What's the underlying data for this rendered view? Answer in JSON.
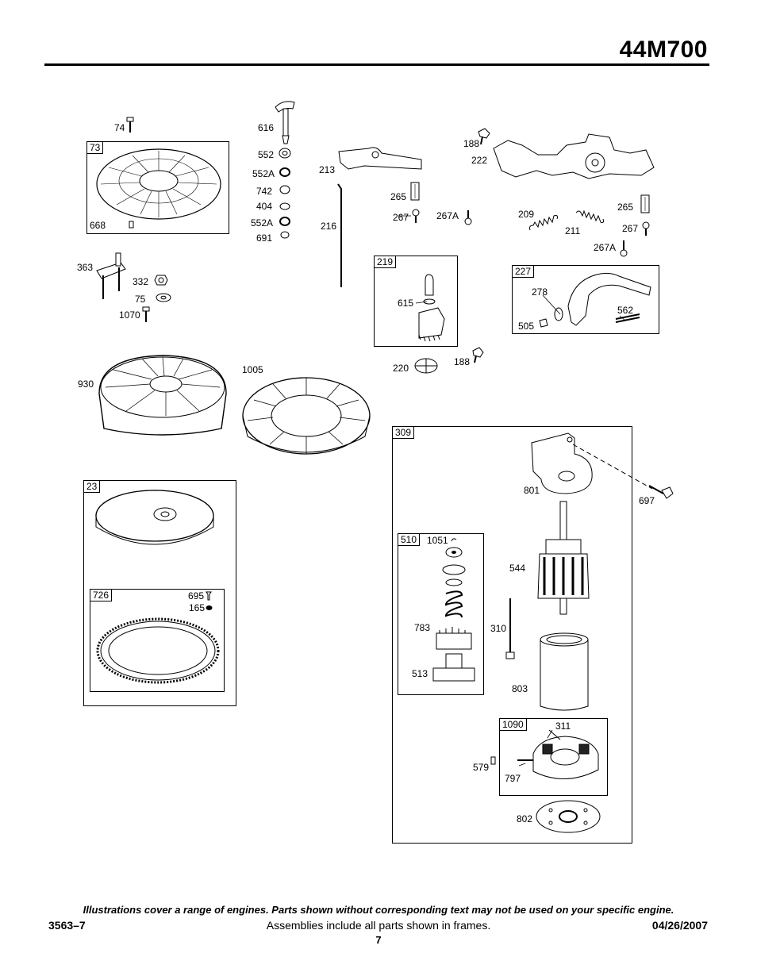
{
  "header": {
    "model": "44M700"
  },
  "frames": {
    "f73": "73",
    "f219": "219",
    "f227": "227",
    "f23": "23",
    "f726": "726",
    "f309": "309",
    "f510": "510",
    "f1090": "1090"
  },
  "parts": {
    "p74": "74",
    "p616": "616",
    "p552": "552",
    "p552A_1": "552A",
    "p742": "742",
    "p404": "404",
    "p552A_2": "552A",
    "p691": "691",
    "p668": "668",
    "p213": "213",
    "p216": "216",
    "p188_1": "188",
    "p222": "222",
    "p265_1": "265",
    "p267_1": "267",
    "p267A_1": "267A",
    "p209": "209",
    "p211": "211",
    "p265_2": "265",
    "p267_2": "267",
    "p267A_2": "267A",
    "p363": "363",
    "p332": "332",
    "p75": "75",
    "p1070": "1070",
    "p615": "615",
    "p278": "278",
    "p562": "562",
    "p505": "505",
    "p220": "220",
    "p188_2": "188",
    "p930": "930",
    "p1005": "1005",
    "p695": "695",
    "p165": "165",
    "p801": "801",
    "p697": "697",
    "p1051": "1051",
    "p544": "544",
    "p783": "783",
    "p310": "310",
    "p513": "513",
    "p803": "803",
    "p311": "311",
    "p579": "579",
    "p797": "797",
    "p802": "802"
  },
  "footer": {
    "note": "Illustrations cover a range of engines. Parts shown without corresponding text may not be used on your specific engine.",
    "doc_number": "3563–7",
    "assemblies_note": "Assemblies include all parts shown in frames.",
    "date": "04/26/2007",
    "page": "7"
  }
}
